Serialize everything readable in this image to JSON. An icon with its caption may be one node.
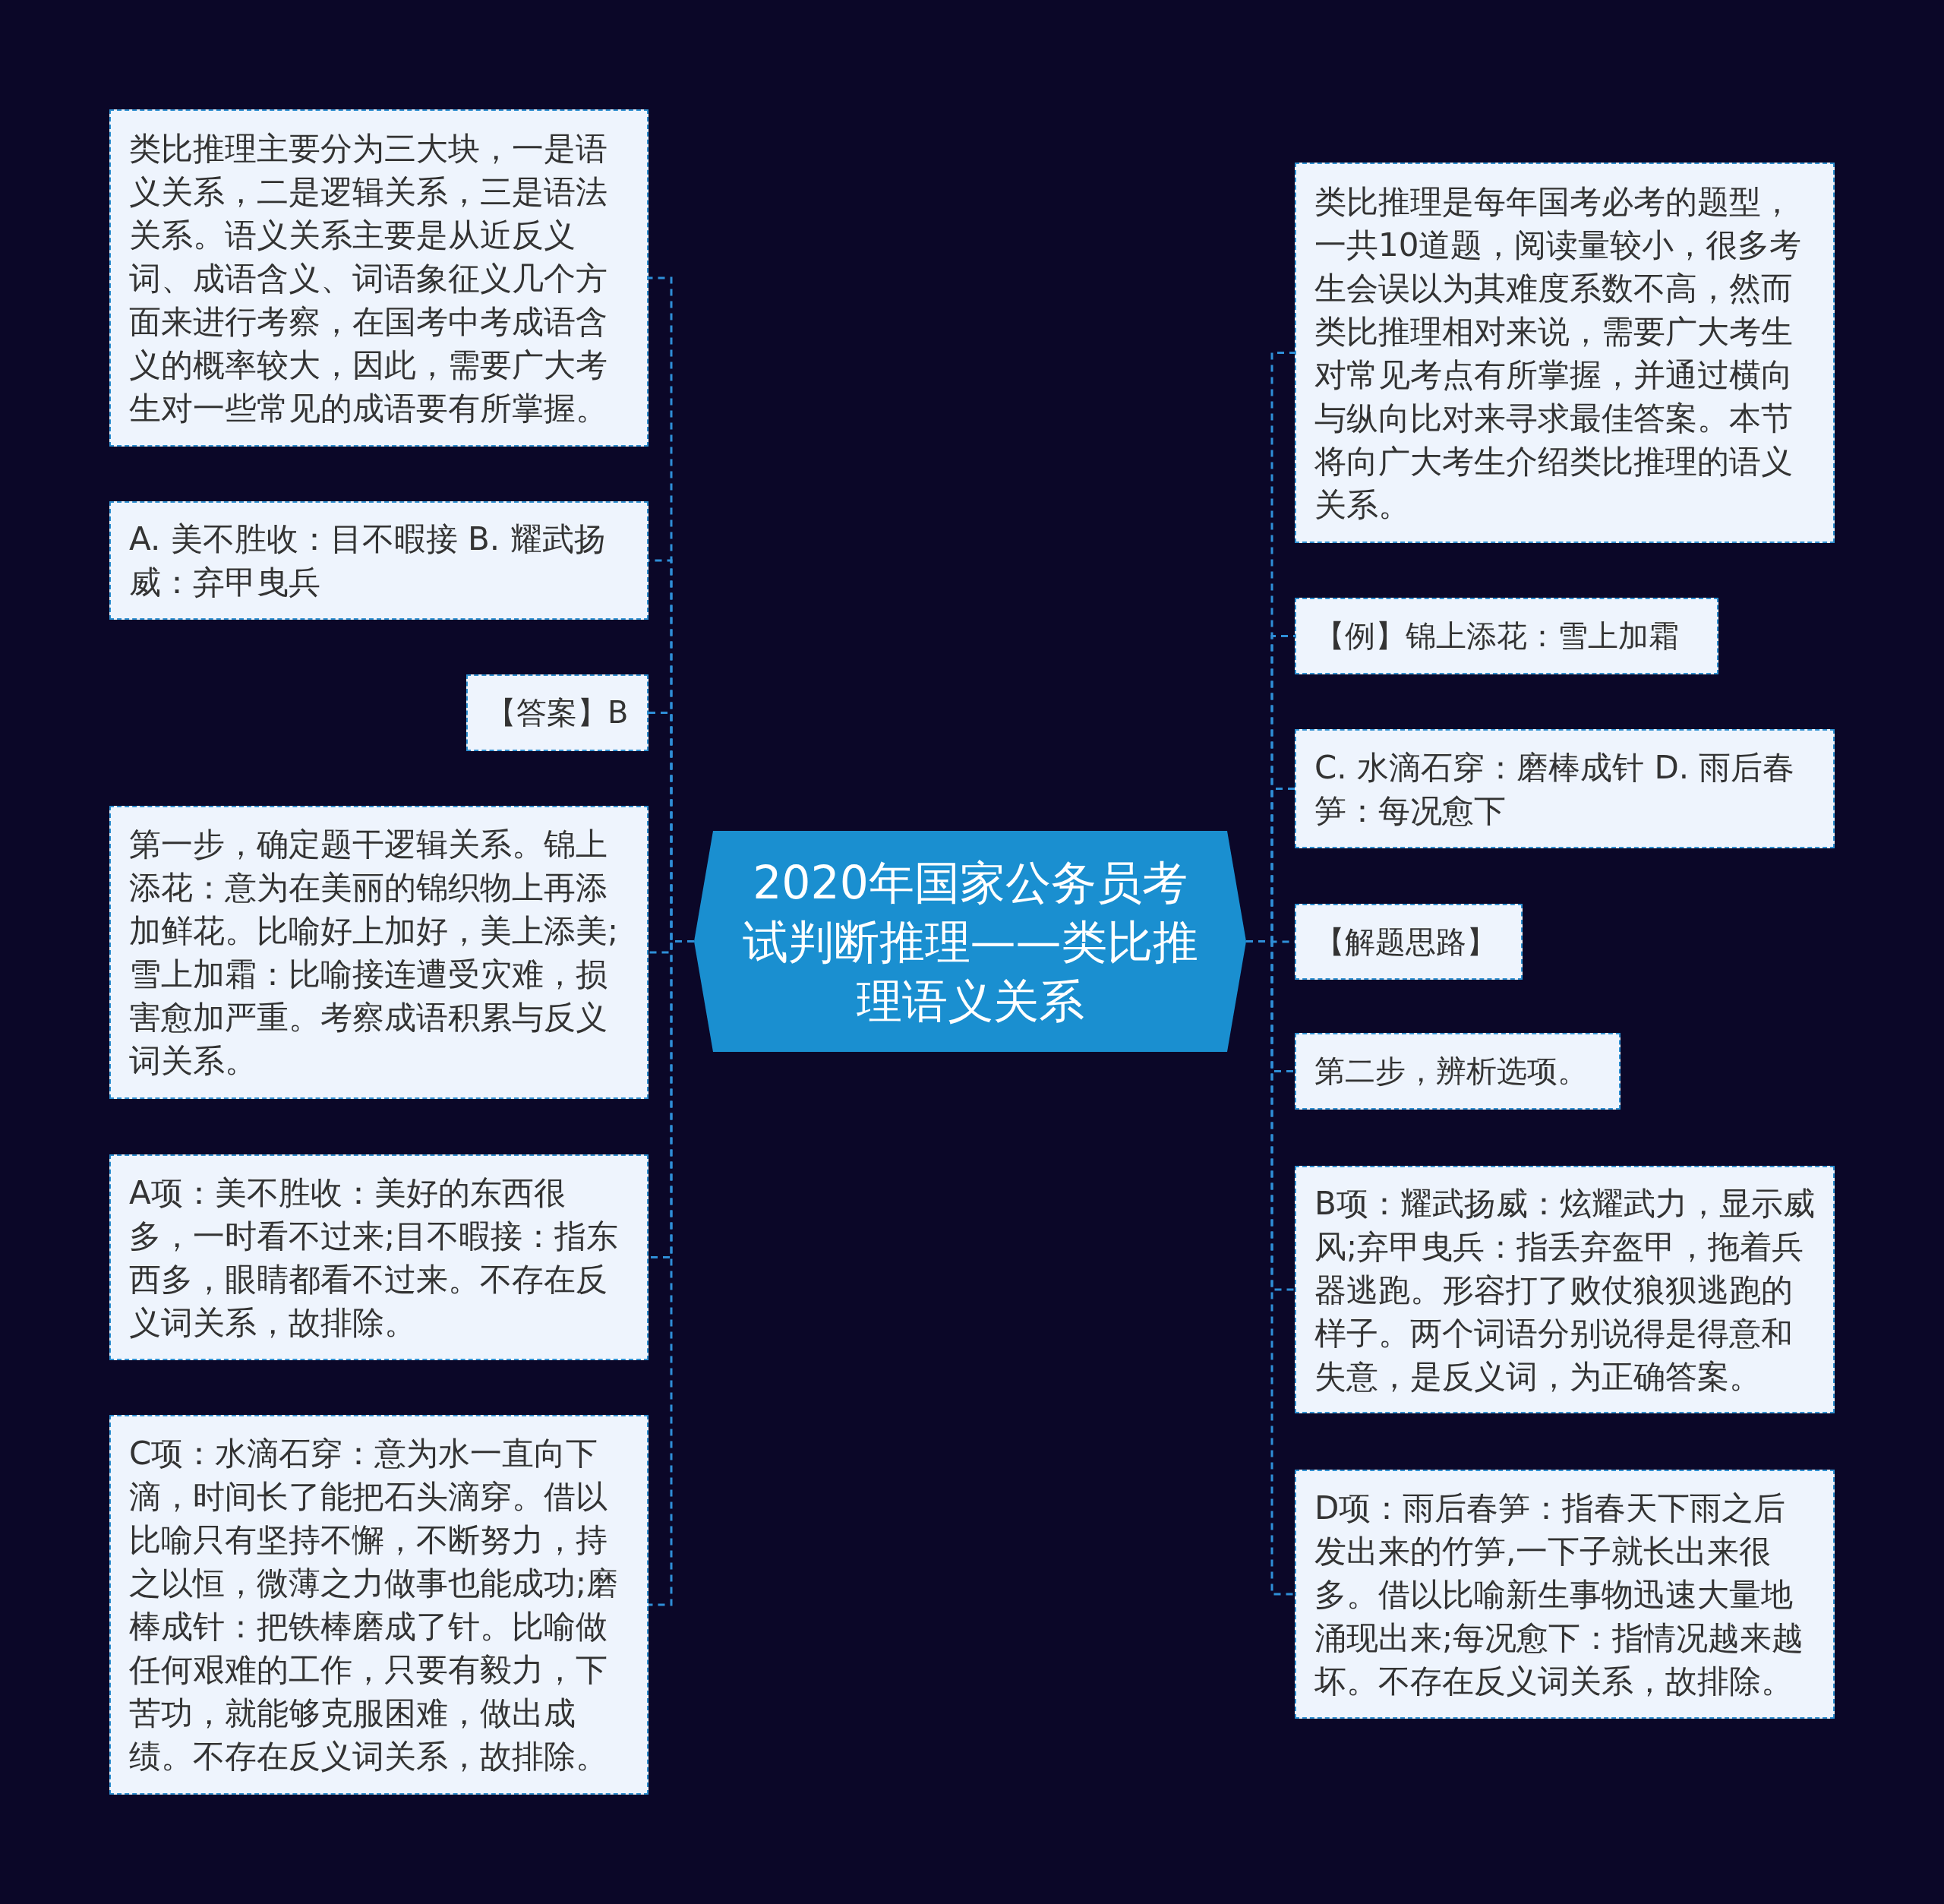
{
  "diagram": {
    "nodes": [
      {
        "text": [
          "2020年国家公务员考试判断推理——类比推理语义关系"
        ]
      },
      {
        "text": [
          "类比推理主要分为三大块，一是语义关系，二是逻辑关系，三是语法关系。语义关系主要是从近反义词、成语含义、词语象征义几个方面来进行考察，在国考中考成语含义的概率较大，因此，需要广大考生对一些常见的成语要有所掌握。"
        ]
      },
      {
        "text": [
          "A. 美不胜收：目不暇接 B. 耀武扬威：弃甲曳兵"
        ]
      },
      {
        "text": [
          "【答案】B"
        ]
      },
      {
        "text": [
          "第一步，确定题干逻辑关系。锦上添花：意为在美丽的锦织物上再添加鲜花。比喻好上加好，美上添美;雪上加霜：比喻接连遭受灾难，损害愈加严重。考察成语积累与反义词关系。"
        ]
      },
      {
        "text": [
          "A项：美不胜收：美好的东西很多，一时看不过来;目不暇接：指东西多，眼睛都看不过来。不存在反义词关系，故排除。"
        ]
      },
      {
        "text": [
          "C项：水滴石穿：意为水一直向下滴，时间长了能把石头滴穿。借以比喻只有坚持不懈，不断努力，持之以恒，微薄之力做事也能成功;磨棒成针：把铁棒磨成了针。比喻做任何艰难的工作，只要有毅力，下苦功，就能够克服困难，做出成绩。不存在反义词关系，故排除。"
        ]
      },
      {
        "text": [
          "类比推理是每年国考必考的题型，一共10道题，阅读量较小，很多考生会误以为其难度系数不高，然而类比推理相对来说，需要广大考生对常见考点有所掌握，并通过横向与纵向比对来寻求最佳答案。本节将向广大考生介绍类比推理的语义关系。"
        ]
      },
      {
        "text": [
          "【例】锦上添花：雪上加霜"
        ]
      },
      {
        "text": [
          "C. 水滴石穿：磨棒成针 D. 雨后春笋：每况愈下"
        ]
      },
      {
        "text": [
          "【解题思路】"
        ]
      },
      {
        "text": [
          "第二步，辨析选项。"
        ]
      },
      {
        "text": [
          "B项：耀武扬威：炫耀武力，显示威风;弃甲曳兵：指丢弃盔甲，拖着兵器逃跑。形容打了败仗狼狈逃跑的样子。两个词语分别说得是得意和失意，是反义词，为正确答案。"
        ]
      },
      {
        "text": [
          "D项：雨后春笋：指春天下雨之后发出来的竹笋,一下子就长出来很多。借以比喻新生事物迅速大量地涌现出来;每况愈下：指情况越来越坏。不存在反义词关系，故排除。"
        ]
      }
    ],
    "edges": [
      {
        "from": 0,
        "to": 1,
        "arrow": "none",
        "style": "dashed"
      },
      {
        "from": 0,
        "to": 2,
        "arrow": "none",
        "style": "dashed"
      },
      {
        "from": 0,
        "to": 3,
        "arrow": "none",
        "style": "dashed"
      },
      {
        "from": 0,
        "to": 4,
        "arrow": "none",
        "style": "dashed"
      },
      {
        "from": 0,
        "to": 5,
        "arrow": "none",
        "style": "dashed"
      },
      {
        "from": 0,
        "to": 6,
        "arrow": "none",
        "style": "dashed"
      },
      {
        "from": 0,
        "to": 7,
        "arrow": "none",
        "style": "dashed"
      },
      {
        "from": 0,
        "to": 8,
        "arrow": "none",
        "style": "dashed"
      },
      {
        "from": 0,
        "to": 9,
        "arrow": "none",
        "style": "dashed"
      },
      {
        "from": 0,
        "to": 10,
        "arrow": "none",
        "style": "dashed"
      },
      {
        "from": 0,
        "to": 11,
        "arrow": "none",
        "style": "dashed"
      },
      {
        "from": 0,
        "to": 12,
        "arrow": "none",
        "style": "dashed"
      },
      {
        "from": 0,
        "to": 13,
        "arrow": "none",
        "style": "dashed"
      }
    ]
  }
}
